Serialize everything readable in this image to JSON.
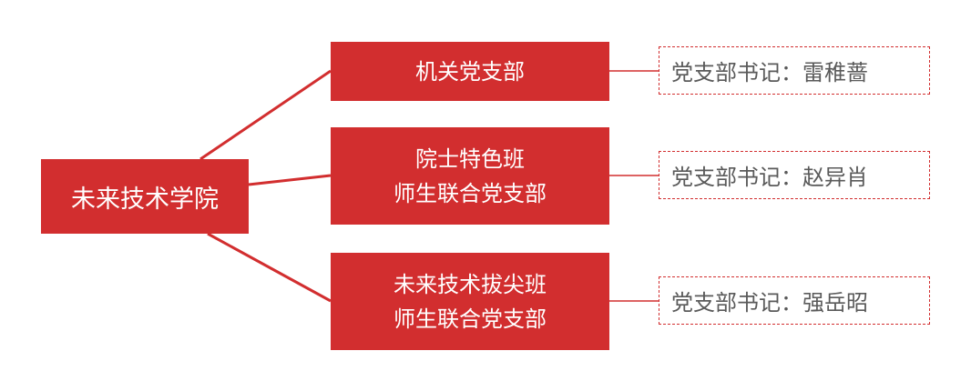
{
  "colors": {
    "primary_red": "#d22e2f",
    "secretary_text": "#5a5a5a",
    "background": "#ffffff"
  },
  "root": {
    "label": "未来技术学院"
  },
  "branches": [
    {
      "lines": [
        "机关党支部"
      ],
      "secretary": "党支部书记：雷稚蔷"
    },
    {
      "lines": [
        "院士特色班",
        "师生联合党支部"
      ],
      "secretary": "党支部书记：赵异肖"
    },
    {
      "lines": [
        "未来技术拔尖班",
        "师生联合党支部"
      ],
      "secretary": "党支部书记：强岳昭"
    }
  ]
}
